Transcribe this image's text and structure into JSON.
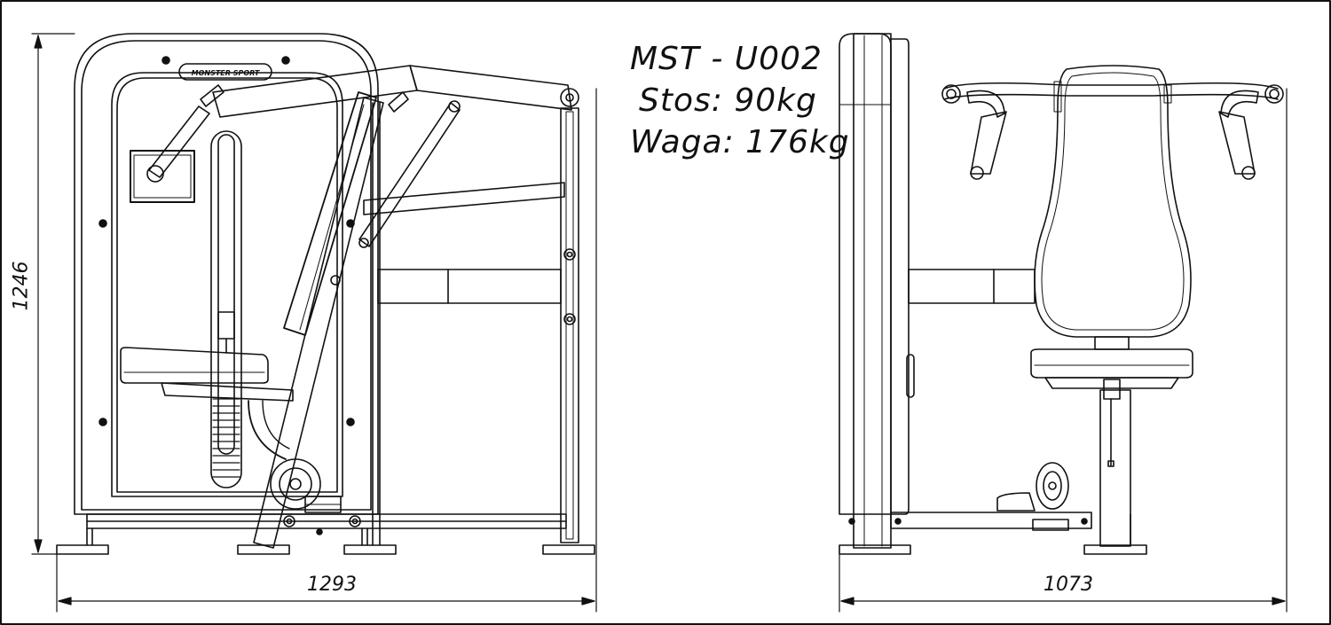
{
  "spec": {
    "model": "MST - U002",
    "stack": "Stos: 90kg",
    "weight": "Waga: 176kg"
  },
  "dimensions": {
    "height": "1246",
    "width_front": "1293",
    "width_side": "1073"
  },
  "logo_text": "MONSTER SPORT"
}
